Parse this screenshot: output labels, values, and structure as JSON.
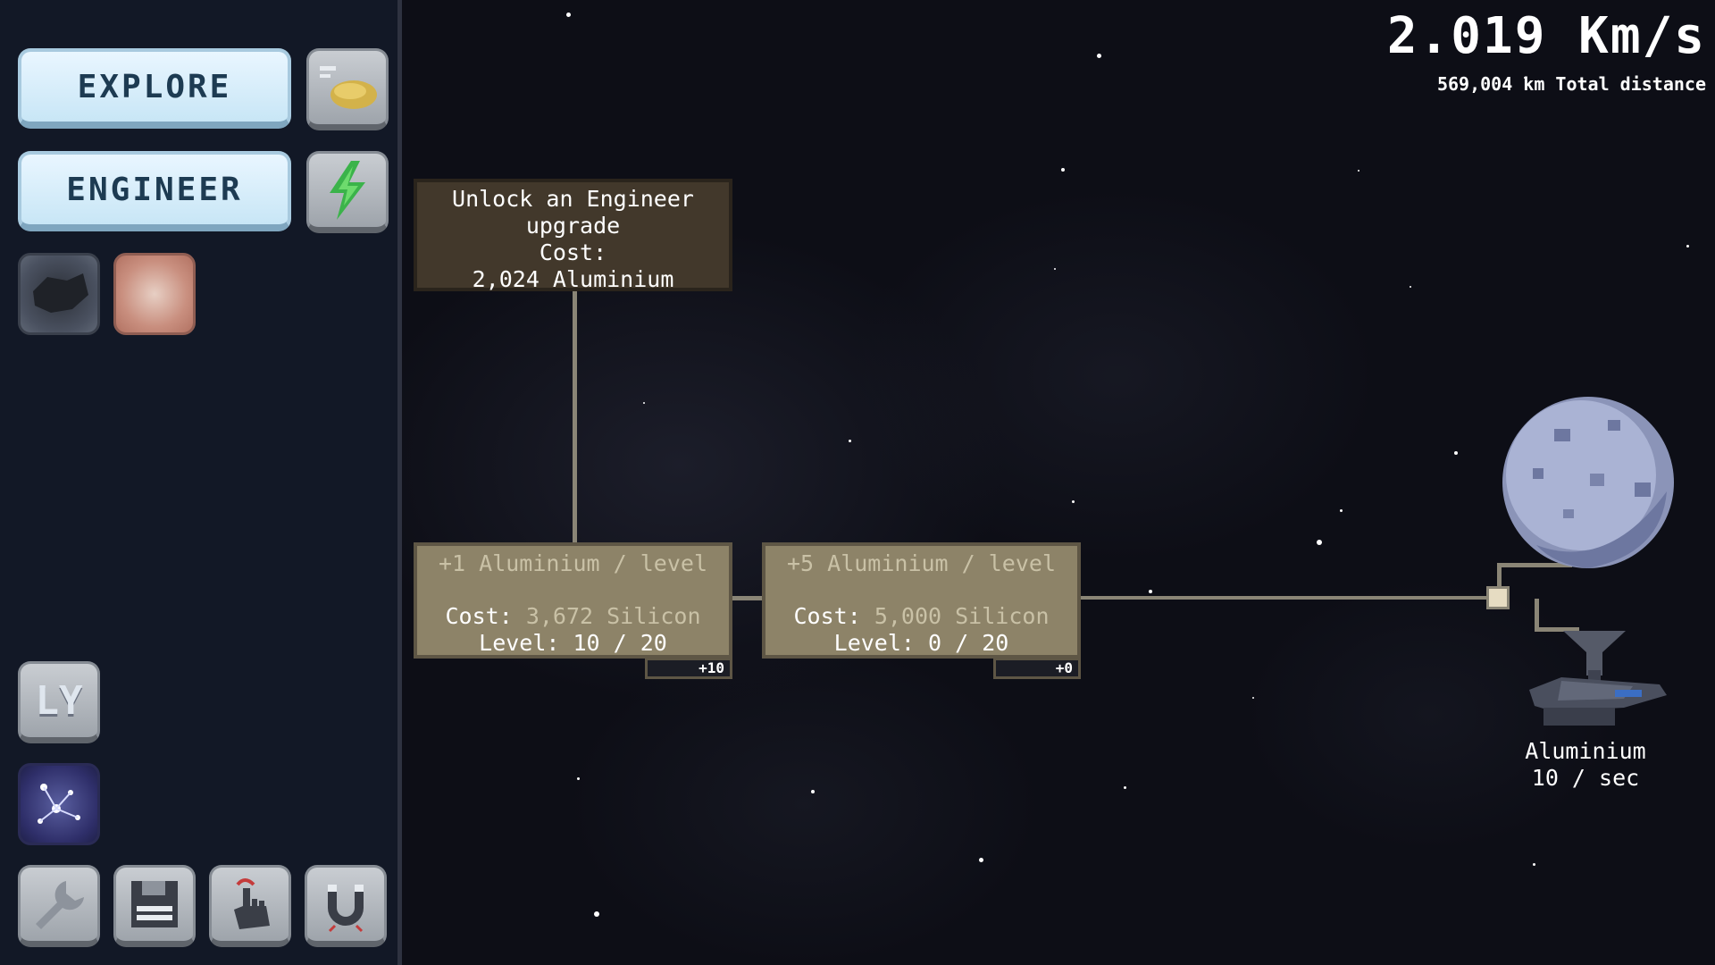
{
  "hud": {
    "speed": "2.019 Km/s",
    "total_distance": "569,004 km Total distance"
  },
  "sidebar": {
    "explore_label": "EXPLORE",
    "engineer_label": "ENGINEER",
    "ly_label": "LY",
    "icons": {
      "explore_side": "potato-asteroid-icon",
      "engineer_side": "lightning-icon",
      "resource_1": "dark-ore-icon",
      "resource_2": "copper-ore-icon",
      "galaxy": "galaxy-icon",
      "wrench": "wrench-icon",
      "save": "floppy-disk-icon",
      "click": "pointing-hand-icon",
      "magnet": "magnet-icon"
    }
  },
  "unlock": {
    "line1": "Unlock an Engineer",
    "line2": "upgrade",
    "line3": "Cost:",
    "line4": "2,024 Aluminium"
  },
  "upgrades": [
    {
      "bonus": "+1 Aluminium / level",
      "cost_label": "Cost:",
      "cost_value": "3,672 Silicon",
      "level": "Level: 10 / 20",
      "badge": "+10"
    },
    {
      "bonus": "+5 Aluminium / level",
      "cost_label": "Cost:",
      "cost_value": "5,000 Silicon",
      "level": "Level: 0 / 20",
      "badge": "+0"
    }
  ],
  "resource": {
    "name": "Aluminium",
    "rate": "10 / sec"
  },
  "colors": {
    "sidebar_bg": "#121826",
    "button_light": "#e9f6ff",
    "upgrade_box": "#8d8368",
    "unlock_box": "#42382b"
  }
}
